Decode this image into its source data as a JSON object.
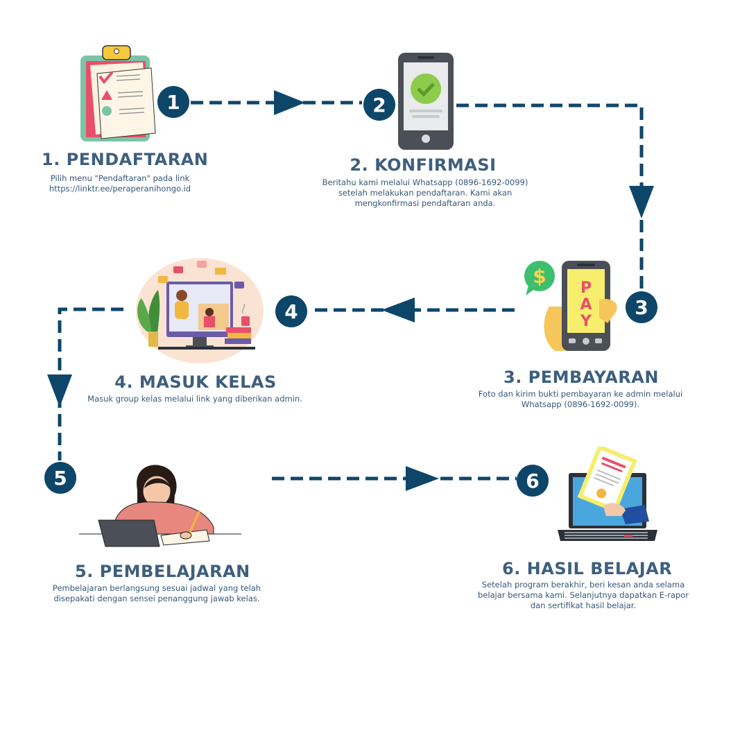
{
  "colors": {
    "badge": "#0e4669",
    "arrow": "#0e4669",
    "title": "#3d5f7e",
    "text": "#35577a"
  },
  "steps": [
    {
      "number": "1",
      "title": "1. PENDAFTARAN",
      "lines": [
        "Pilih menu \"Pendaftaran\" pada link",
        "https://linktr.ee/peraperanihongo.id"
      ],
      "icon": "clipboard-icon"
    },
    {
      "number": "2",
      "title": "2. KONFIRMASI",
      "lines": [
        "Beritahu kami melalui Whatsapp (0896-1692-0099)",
        "setelah melakukan pendaftaran. Kami akan",
        "mengkonfirmasi pendaftaran anda."
      ],
      "icon": "phone-check-icon"
    },
    {
      "number": "3",
      "title": "3. PEMBAYARAN",
      "lines": [
        "Foto dan kirim bukti pembayaran ke admin melalui",
        "Whatsapp (0896-1692-0099)."
      ],
      "icon": "phone-pay-icon",
      "pay_label": "PAY",
      "dollar_label": "$"
    },
    {
      "number": "4",
      "title": "4. MASUK KELAS",
      "lines": [
        "Masuk group kelas melalui link yang diberikan admin."
      ],
      "icon": "online-class-icon"
    },
    {
      "number": "5",
      "title": "5. PEMBELAJARAN",
      "lines": [
        "Pembelajaran berlangsung sesuai jadwal yang telah",
        "disepakati dengan sensei penanggung jawab kelas."
      ],
      "icon": "student-writing-icon"
    },
    {
      "number": "6",
      "title": "6. HASIL BELAJAR",
      "lines": [
        "Setelah program berakhir, beri kesan anda selama",
        "belajar bersama kami. Selanjutnya dapatkan E-rapor",
        "dan sertifikat hasil belajar."
      ],
      "icon": "laptop-certificate-icon"
    }
  ]
}
